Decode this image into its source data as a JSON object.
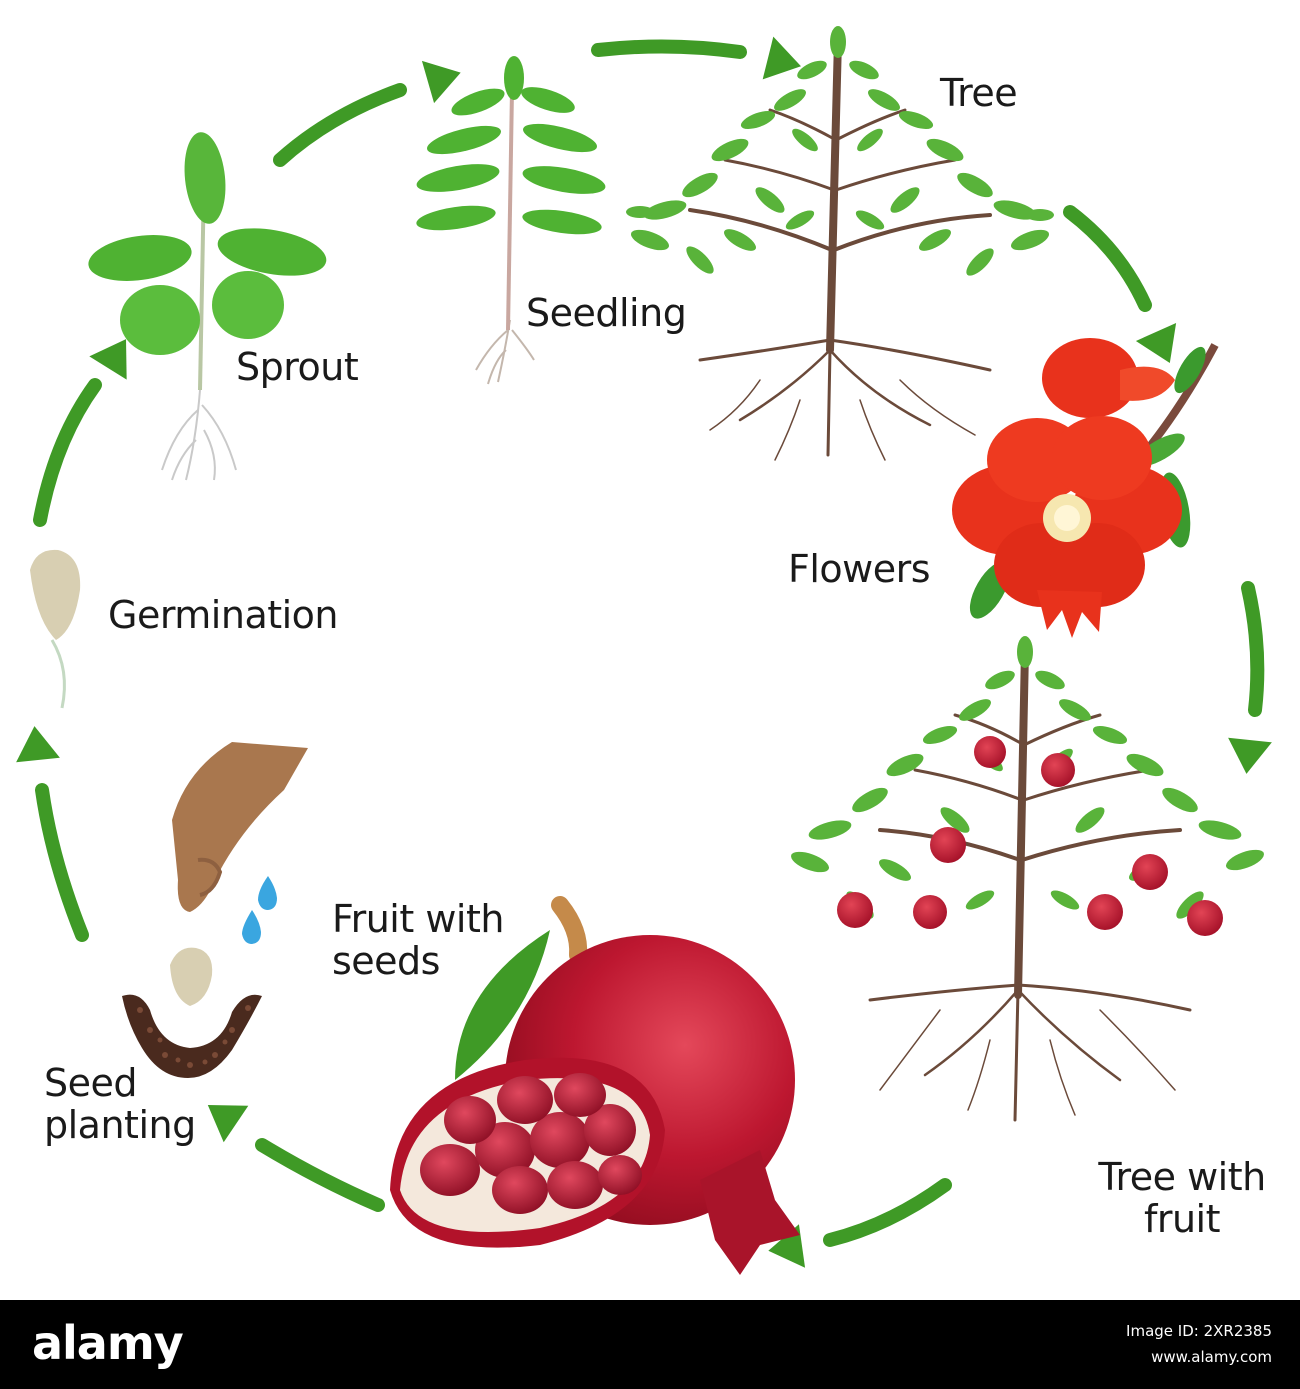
{
  "stages": {
    "tree": "Tree",
    "seedling": "Seedling",
    "sprout": "Sprout",
    "flowers": "Flowers",
    "germination": "Germination",
    "fruit_with_seeds": [
      "Fruit with",
      "seeds"
    ],
    "seed_planting": [
      "Seed",
      "planting"
    ],
    "tree_with_fruit": [
      "Tree with",
      "fruit"
    ]
  },
  "footer": {
    "brand": "alamy",
    "image_id": "Image ID: 2XR2385",
    "site": "www.alamy.com"
  },
  "colors": {
    "arrow": "#3f9a26",
    "leaf": "#4fb232",
    "trunk": "#6b4a3a",
    "flower": "#e8321c",
    "fruit": "#b2122a",
    "seed": "#d8cfb2",
    "hand": "#a9774e",
    "water": "#3aa6e0",
    "soil": "#4a2a1e"
  },
  "icons": [
    "sprout-icon",
    "seedling-icon",
    "tree-icon",
    "flower-icon",
    "fruiting-tree-icon",
    "pomegranate-icon",
    "hand-icon",
    "seed-icon",
    "water-drop-icon",
    "soil-icon"
  ]
}
